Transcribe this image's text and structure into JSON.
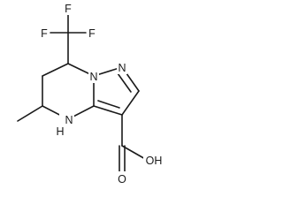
{
  "molecule": {
    "atoms": {
      "f_top": "F",
      "f_left": "F",
      "f_right": "F",
      "n_ring": "N",
      "n_pyrazole": "N",
      "nh": "N",
      "h_of_nh": "H",
      "oh": "OH",
      "o_carbonyl": "O"
    }
  }
}
